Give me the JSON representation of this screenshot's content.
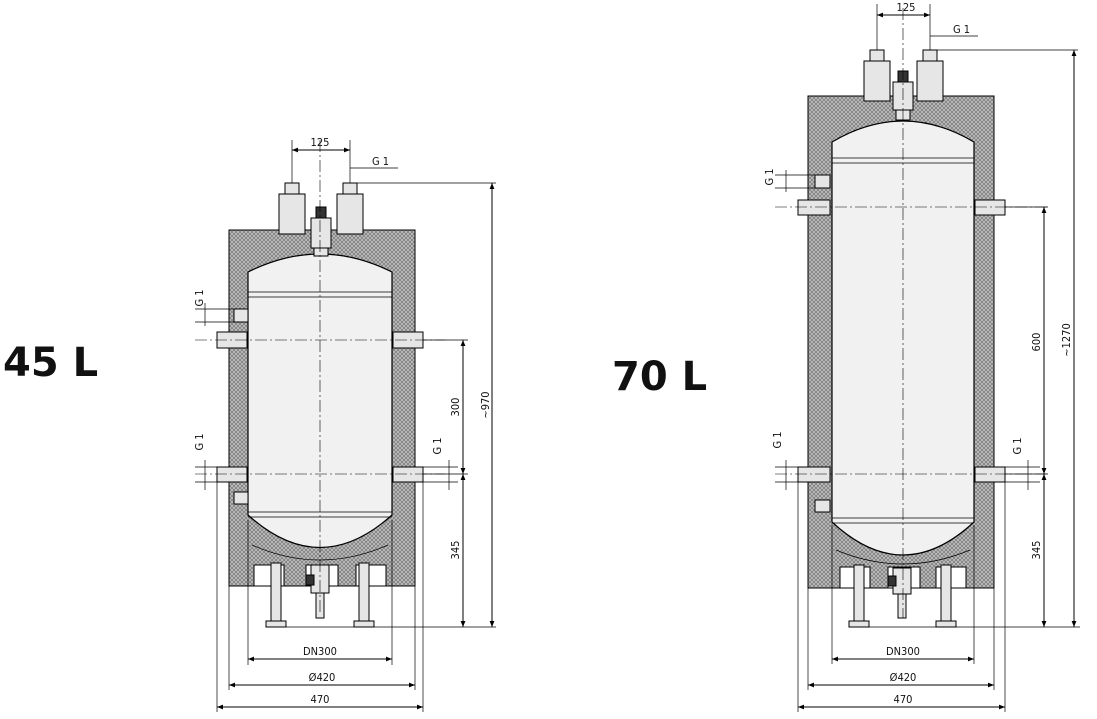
{
  "drawings": [
    {
      "id": "45",
      "volume_label": "45 L",
      "dims": {
        "nozzle_spacing": "125",
        "thread_top": "G 1",
        "thread_upper": "G 1",
        "thread_lower_left": "G 1",
        "thread_lower_right": "G 1",
        "connection_spacing": "300",
        "lower_height": "345",
        "total_height": "~970",
        "inner_diameter": "DN300",
        "insulation_diameter": "Ø420",
        "overall_width": "470"
      }
    },
    {
      "id": "70",
      "volume_label": "70 L",
      "dims": {
        "nozzle_spacing": "125",
        "thread_top": "G 1",
        "thread_upper": "G 1",
        "thread_lower_left": "G 1",
        "thread_lower_right": "G 1",
        "connection_spacing": "600",
        "lower_height": "345",
        "total_height": "~1270",
        "inner_diameter": "DN300",
        "insulation_diameter": "Ø420",
        "overall_width": "470"
      }
    }
  ]
}
